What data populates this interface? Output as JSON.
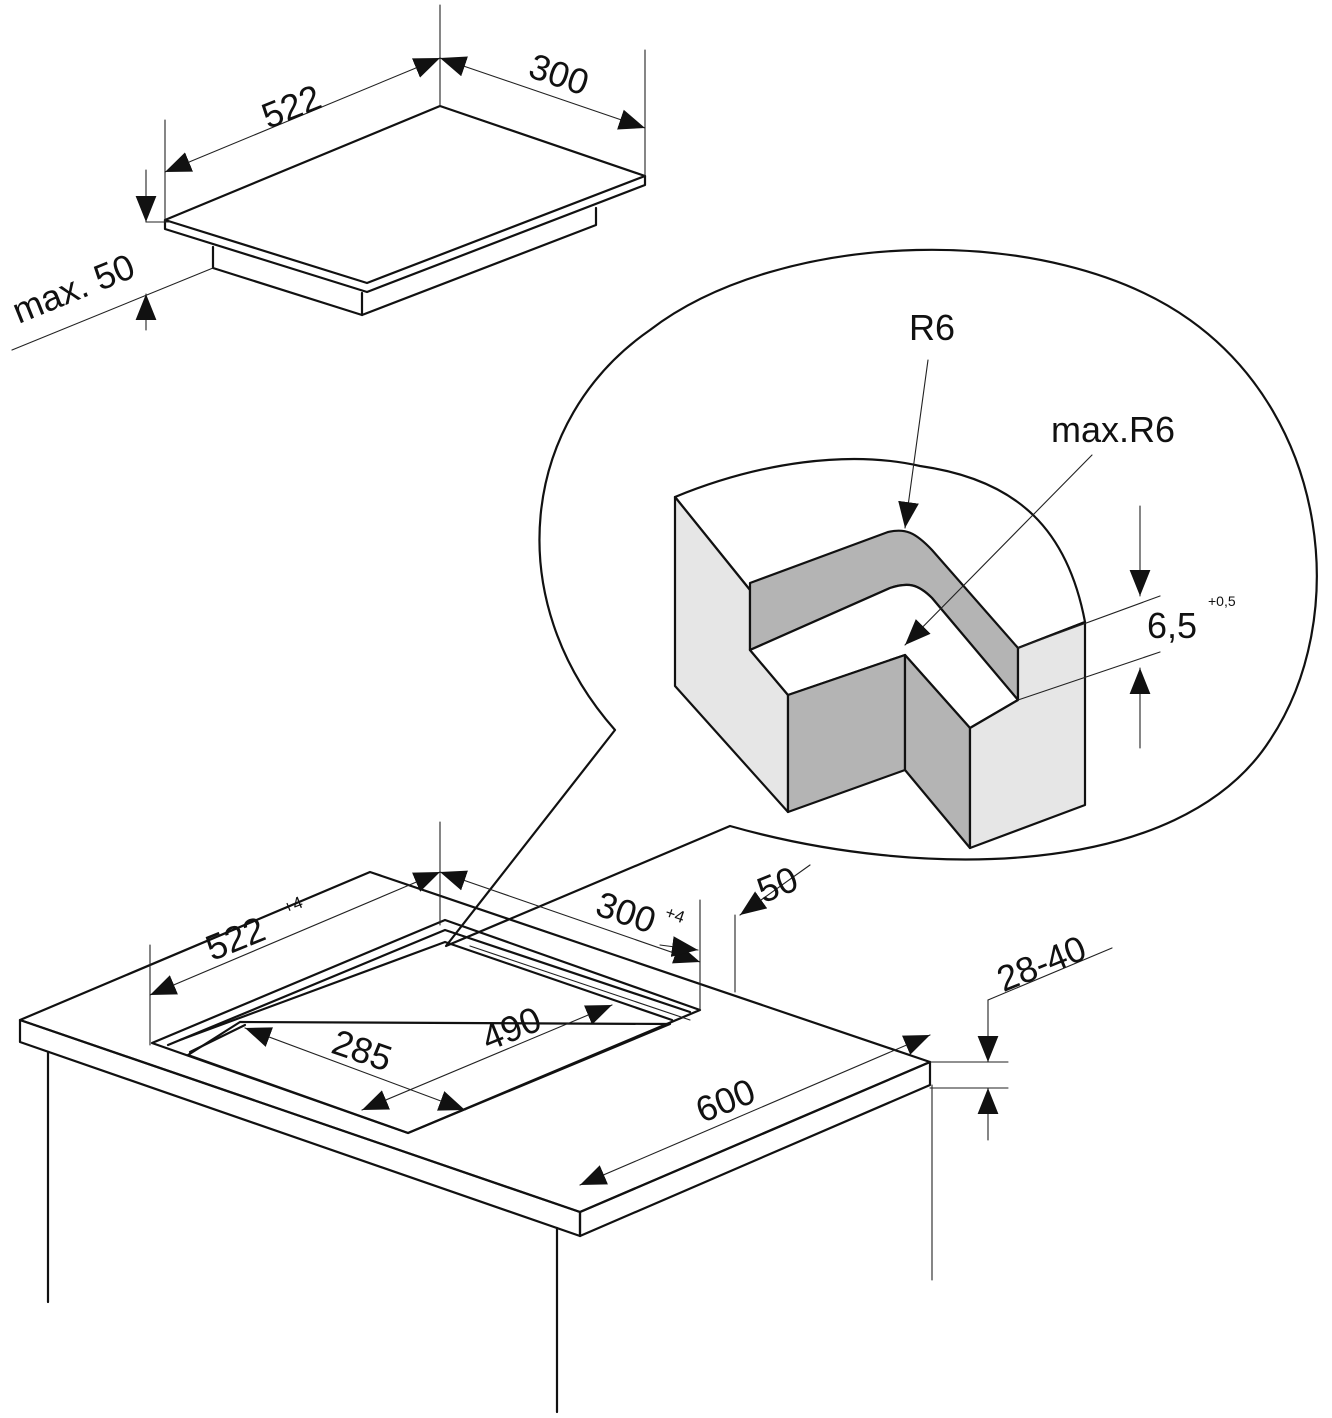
{
  "hob": {
    "width": "522",
    "depth": "300",
    "height": "max. 50"
  },
  "cutout": {
    "width": "522",
    "width_tol": "+4",
    "depth": "300",
    "depth_tol": "+4",
    "edge_distance": "50",
    "counter_depth": "600",
    "thickness": "28-40",
    "inner_width": "490",
    "inner_depth": "285"
  },
  "detail": {
    "corner_radius": "R6",
    "max_radius": "max.R6",
    "rebate_depth": "6,5",
    "rebate_tol": "+0,5"
  },
  "colors": {
    "line": "#111111",
    "face_light": "#e6e6e6",
    "face_dark": "#b4b4b4"
  }
}
